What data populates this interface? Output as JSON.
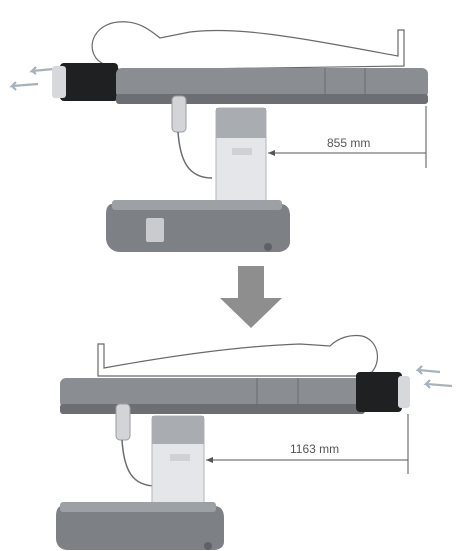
{
  "top_panel": {
    "dimension_label": "855 mm",
    "slide_direction": "left"
  },
  "bottom_panel": {
    "dimension_label": "1163 mm",
    "slide_direction": "left"
  },
  "transition_arrow": {
    "direction": "down"
  },
  "colors": {
    "table_gray": "#8a8d92",
    "table_dark": "#5f6166",
    "table_light": "#c9cbcf",
    "headrest_black": "#1f2022",
    "arrow_gray": "#8e8e8e",
    "motion_arrow": "#a7b2bd",
    "line": "#555555"
  }
}
